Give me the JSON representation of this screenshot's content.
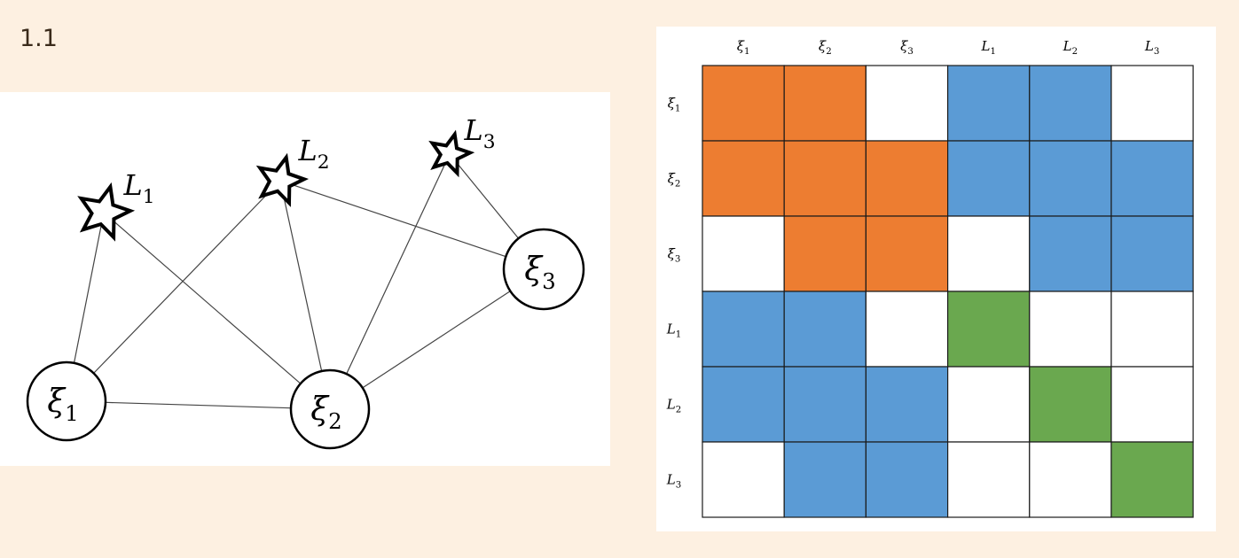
{
  "section_number": "1.1",
  "graph": {
    "nodes": [
      {
        "id": "xi1",
        "base": "ξ",
        "sub": "1",
        "shape": "circle"
      },
      {
        "id": "xi2",
        "base": "ξ",
        "sub": "2",
        "shape": "circle"
      },
      {
        "id": "xi3",
        "base": "ξ",
        "sub": "3",
        "shape": "circle"
      },
      {
        "id": "L1",
        "base": "L",
        "sub": "1",
        "shape": "star"
      },
      {
        "id": "L2",
        "base": "L",
        "sub": "2",
        "shape": "star"
      },
      {
        "id": "L3",
        "base": "L",
        "sub": "3",
        "shape": "star"
      }
    ],
    "edges": [
      [
        "xi1",
        "xi2"
      ],
      [
        "xi2",
        "xi3"
      ],
      [
        "xi1",
        "L1"
      ],
      [
        "xi1",
        "L2"
      ],
      [
        "xi2",
        "L1"
      ],
      [
        "xi2",
        "L2"
      ],
      [
        "xi2",
        "L3"
      ],
      [
        "xi3",
        "L2"
      ],
      [
        "xi3",
        "L3"
      ]
    ]
  },
  "matrix": {
    "row_labels": [
      {
        "base": "ξ",
        "sub": "1"
      },
      {
        "base": "ξ",
        "sub": "2"
      },
      {
        "base": "ξ",
        "sub": "3"
      },
      {
        "base": "L",
        "sub": "1"
      },
      {
        "base": "L",
        "sub": "2"
      },
      {
        "base": "L",
        "sub": "3"
      }
    ],
    "col_labels": [
      {
        "base": "ξ",
        "sub": "1"
      },
      {
        "base": "ξ",
        "sub": "2"
      },
      {
        "base": "ξ",
        "sub": "3"
      },
      {
        "base": "L",
        "sub": "1"
      },
      {
        "base": "L",
        "sub": "2"
      },
      {
        "base": "L",
        "sub": "3"
      }
    ],
    "cells": [
      [
        "orange",
        "orange",
        "white",
        "blue",
        "blue",
        "white"
      ],
      [
        "orange",
        "orange",
        "orange",
        "blue",
        "blue",
        "blue"
      ],
      [
        "white",
        "orange",
        "orange",
        "white",
        "blue",
        "blue"
      ],
      [
        "blue",
        "blue",
        "white",
        "green",
        "white",
        "white"
      ],
      [
        "blue",
        "blue",
        "blue",
        "white",
        "green",
        "white"
      ],
      [
        "white",
        "blue",
        "blue",
        "white",
        "white",
        "green"
      ]
    ],
    "colors": {
      "orange": "#ed7d31",
      "blue": "#5b9bd5",
      "green": "#6aa84f",
      "white": "#ffffff"
    }
  }
}
